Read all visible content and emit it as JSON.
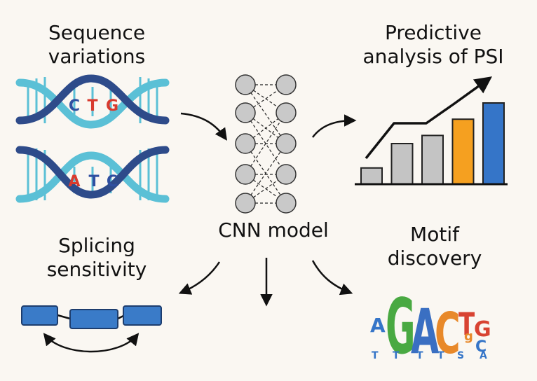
{
  "labels": {
    "sequence_variations": [
      "Sequence",
      "variations"
    ],
    "predictive_analysis": [
      "Predictive",
      "analysis of PSI"
    ],
    "cnn_model": "CNN model",
    "splicing_sensitivity": [
      "Splicing",
      "sensitivity"
    ],
    "motif_discovery": [
      "Motif",
      "discovery"
    ]
  },
  "dna": {
    "top_bases": [
      "C",
      "T",
      "G"
    ],
    "bottom_bases": [
      "A",
      "T",
      "C"
    ]
  },
  "bar_chart": {
    "values": [
      2,
      5,
      6,
      8,
      10
    ],
    "colors": [
      "#c4c4c4",
      "#c4c4c4",
      "#c4c4c4",
      "#f5a020",
      "#3575c8"
    ]
  },
  "motif_logo": {
    "letters": [
      "A",
      "G",
      "A",
      "C",
      "T",
      "g",
      "G",
      "C",
      "T",
      "T",
      "T",
      "T",
      "S",
      "A"
    ]
  },
  "colors": {
    "dna_outer": "#2e4b8a",
    "dna_inner": "#5bc0d6",
    "base_blue": "#2f4fa0",
    "base_red": "#d83a2e",
    "exon_blue": "#3a7bc8",
    "node_gray": "#c9c9c9"
  }
}
